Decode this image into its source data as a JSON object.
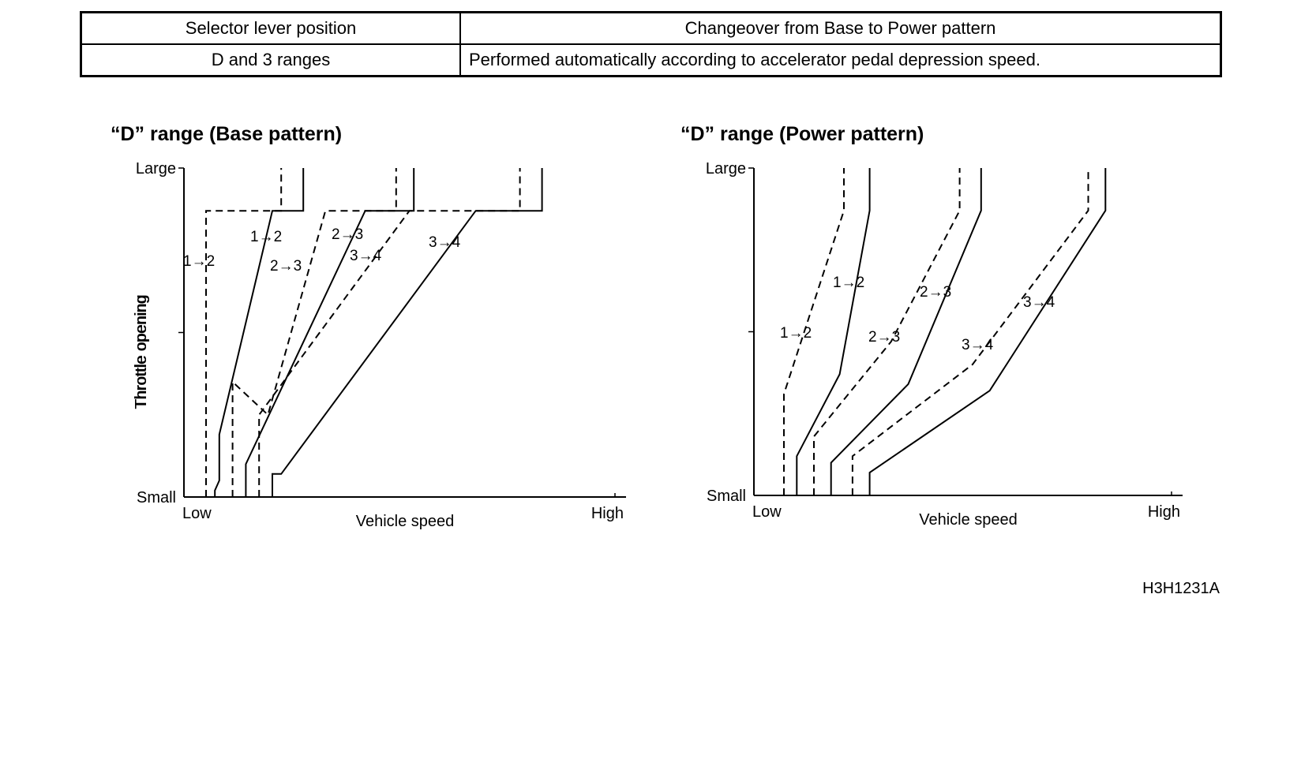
{
  "table": {
    "headers": [
      "Selector lever position",
      "Changeover from Base to Power pattern"
    ],
    "rows": [
      [
        "D and 3 ranges",
        "Performed automatically according to accelerator pedal depression speed."
      ]
    ]
  },
  "figure_code": "H3H1231A",
  "chart_data": [
    {
      "type": "line",
      "title": "“D” range (Base pattern)",
      "xlabel": "Vehicle speed",
      "ylabel": "Throttle opening",
      "x_tick_labels": [
        "Low",
        "High"
      ],
      "y_tick_labels": [
        "Small",
        "Large"
      ],
      "xlim": [
        0,
        100
      ],
      "ylim": [
        0,
        100
      ],
      "series": [
        {
          "name": "1→2",
          "style": "solid",
          "x": [
            7,
            7,
            8,
            8,
            20,
            27,
            27
          ],
          "y": [
            0,
            2,
            5,
            19,
            87,
            87,
            100
          ]
        },
        {
          "name": "1→2",
          "style": "dashed",
          "x": [
            5,
            5,
            22,
            22
          ],
          "y": [
            0,
            87,
            87,
            100
          ]
        },
        {
          "name": "2→3",
          "style": "solid",
          "x": [
            14,
            14,
            41,
            52,
            52
          ],
          "y": [
            0,
            10,
            87,
            87,
            100
          ]
        },
        {
          "name": "2→3",
          "style": "dashed",
          "x": [
            11,
            11,
            19,
            32,
            48,
            48
          ],
          "y": [
            0,
            35,
            25,
            87,
            87,
            100
          ]
        },
        {
          "name": "3→4",
          "style": "solid",
          "x": [
            20,
            20,
            22,
            66,
            81,
            81
          ],
          "y": [
            0,
            7,
            7,
            87,
            87,
            100
          ]
        },
        {
          "name": "3→4",
          "style": "dashed",
          "x": [
            17,
            17,
            51,
            76,
            76
          ],
          "y": [
            0,
            25,
            87,
            87,
            100
          ]
        }
      ],
      "annotations": [
        "1→2",
        "1→2",
        "2→3",
        "2→3",
        "3→4",
        "3→4"
      ]
    },
    {
      "type": "line",
      "title": "“D” range (Power pattern)",
      "xlabel": "Vehicle speed",
      "ylabel": "Throttle opening",
      "x_tick_labels": [
        "Low",
        "High"
      ],
      "y_tick_labels": [
        "Small",
        "Large"
      ],
      "xlim": [
        0,
        100
      ],
      "ylim": [
        0,
        100
      ],
      "series": [
        {
          "name": "1→2",
          "style": "dashed",
          "x": [
            7,
            7,
            21,
            21
          ],
          "y": [
            0,
            31,
            87,
            100
          ]
        },
        {
          "name": "1→2",
          "style": "solid",
          "x": [
            10,
            10,
            20,
            27,
            27
          ],
          "y": [
            0,
            12,
            37,
            87,
            100
          ]
        },
        {
          "name": "2→3",
          "style": "dashed",
          "x": [
            14,
            14,
            32,
            48,
            48
          ],
          "y": [
            0,
            18,
            47,
            87,
            100
          ]
        },
        {
          "name": "2→3",
          "style": "solid",
          "x": [
            18,
            18,
            36,
            53,
            53
          ],
          "y": [
            0,
            10,
            34,
            87,
            100
          ]
        },
        {
          "name": "3→4",
          "style": "dashed",
          "x": [
            23,
            23,
            51,
            78,
            78
          ],
          "y": [
            0,
            12,
            40,
            87,
            100
          ]
        },
        {
          "name": "3→4",
          "style": "solid",
          "x": [
            27,
            27,
            55,
            82,
            82
          ],
          "y": [
            0,
            7,
            32,
            87,
            100
          ]
        }
      ],
      "annotations": [
        "1→2",
        "1→2",
        "2→3",
        "2→3",
        "3→4",
        "3→4"
      ]
    }
  ]
}
